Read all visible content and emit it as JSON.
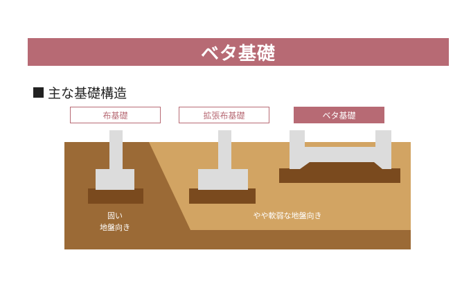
{
  "title": "ベタ基礎",
  "section_heading": "主な基礎構造",
  "foundation_types": {
    "strip": "布基礎",
    "widened_strip": "拡張布基礎",
    "mat": "ベタ基礎"
  },
  "ground_labels": {
    "hard_line1": "固い",
    "hard_line2": "地盤向き",
    "soft": "やや軟弱な地盤向き"
  },
  "colors": {
    "accent": "#b76a74",
    "hard_ground": "#9b6a36",
    "soft_ground": "#d2a463",
    "footing": "#7a4a1e",
    "concrete": "#dcdcdc"
  }
}
